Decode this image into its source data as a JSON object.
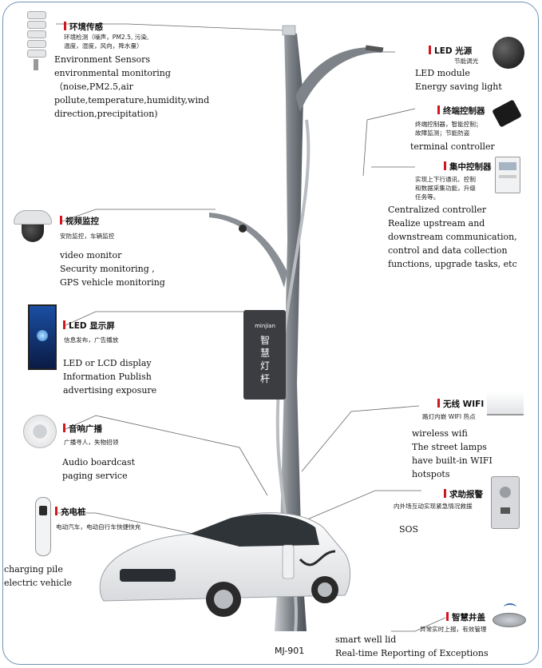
{
  "env": {
    "title": "环境传感",
    "sub1": "环境检测（噪声，PM2.5, 污染,",
    "sub2": "温度，湿度，风向，降水量）",
    "en": [
      "Environment Sensors",
      "environmental monitoring",
      "（noise,PM2.5,air",
      "pollute,temperature,humidity,wind",
      "direction,precipitation)"
    ]
  },
  "led": {
    "title": "LED 光源",
    "sub": "节能调光",
    "en": [
      "LED module",
      "Energy saving light"
    ]
  },
  "terminal": {
    "title": "终端控制器",
    "sub1": "终端控制器，智能控制；",
    "sub2": "故障监测；节能防盗",
    "en": [
      "terminal controller"
    ]
  },
  "concentrator": {
    "title": "集中控制器",
    "sub1": "实现上下行通讯、控制",
    "sub2": "和数据采集功能，升级",
    "sub3": "任务等。",
    "en": [
      "Centralized controller",
      "Realize upstream and",
      "downstream communication,",
      "control and data collection",
      "functions, upgrade tasks, etc"
    ]
  },
  "video": {
    "title": "视频监控",
    "sub": "安防监控，车辆监控",
    "en": [
      "video monitor",
      "Security monitoring    ,",
      "GPS vehicle monitoring"
    ]
  },
  "display": {
    "title": "LED 显示屏",
    "sub": "信息发布，广告播放",
    "en": [
      "LED or LCD display",
      "Information Publish",
      "advertising exposure"
    ]
  },
  "audio": {
    "title": "音响广播",
    "sub": "广播寻人，失物招领",
    "en": [
      "Audio boardcast",
      "paging service"
    ]
  },
  "charging": {
    "title": "充电桩",
    "sub": "电动汽车，电动自行车快捷快充",
    "en": [
      "charging pile",
      "electric vehicle"
    ]
  },
  "wifi": {
    "title": "无线 WIFI",
    "sub": "路灯内嵌 WIFI 热点",
    "en": [
      "wireless wifi",
      "The street lamps",
      "have built-in WIFI",
      "hotspots"
    ]
  },
  "sos": {
    "title": "求助报警",
    "sub": "内外场互动实现紧急情况救援",
    "en": [
      "SOS"
    ]
  },
  "well": {
    "title": "智慧井盖",
    "sub": "异常实时上报，有效管理",
    "en": [
      "smart well lid",
      "Real-time Reporting of Exceptions"
    ]
  },
  "pole": {
    "panel_text": "智慧灯杆",
    "brand": "minjian",
    "model": "MJ-901"
  },
  "colors": {
    "pole": "#8f9398",
    "accent_red": "#d2161e",
    "frame": "#6f92b6",
    "line": "#666666"
  }
}
